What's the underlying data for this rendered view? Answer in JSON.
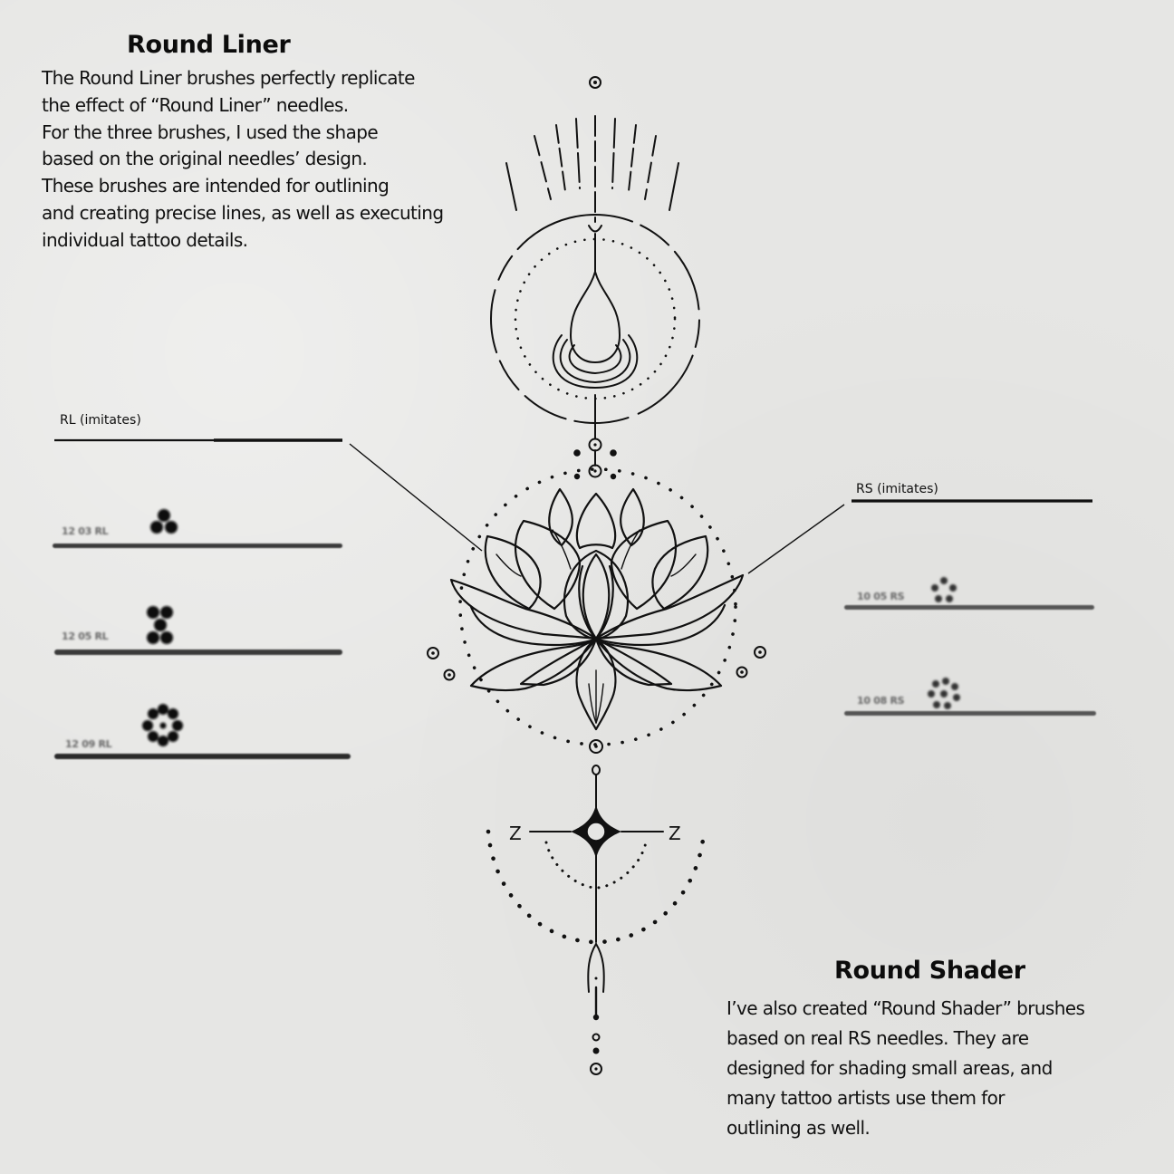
{
  "round_liner": {
    "title": "Round Liner",
    "lines": [
      "The Round Liner brushes perfectly replicate",
      "the effect of “Round Liner” needles.",
      "For the three brushes, I used the shape",
      "based on the original needles’ design.",
      "These brushes are intended for outlining",
      "and creating precise lines, as well as executing",
      "individual tattoo details."
    ],
    "callout_label": "RL (imitates)",
    "brushes": [
      {
        "label": "12 03 RL",
        "needle_icon": "three-dot-cluster"
      },
      {
        "label": "12 05 RL",
        "needle_icon": "five-dot-x"
      },
      {
        "label": "12 09 RL",
        "needle_icon": "nine-dot-ring"
      }
    ]
  },
  "round_shader": {
    "title": "Round Shader",
    "lines": [
      "I’ve also created “Round Shader” brushes",
      "based on real RS needles. They are",
      "designed for shading small areas, and",
      "many tattoo artists use them for",
      "outlining as well."
    ],
    "callout_label": "RS (imitates)",
    "brushes": [
      {
        "label": "10 05 RS",
        "needle_icon": "five-dot-ring"
      },
      {
        "label": "10 08 RS",
        "needle_icon": "eight-dot-cluster"
      }
    ]
  },
  "artwork": {
    "subject": "lotus ornamental tattoo design",
    "letters": [
      "Z",
      "Z"
    ]
  },
  "colors": {
    "background": "#e6e6e4",
    "ink": "#111111",
    "stroke_gray": "#3a3a3a"
  }
}
